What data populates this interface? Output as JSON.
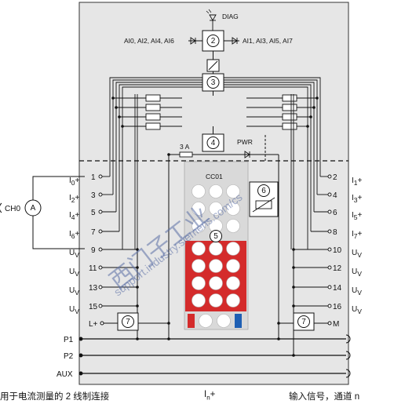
{
  "diag_label": "DIAG",
  "ai_even_label": "AI0, AI2, AI4, AI6",
  "ai_odd_label": "AI1, AI3, AI5, AI7",
  "fuse_label": "3 A",
  "pwr_label": "PWR",
  "cc_label": "CC01",
  "ch_label": "CH0",
  "ammeter_label": "A",
  "callouts": {
    "c2": "2",
    "c3": "3",
    "c4": "4",
    "c5": "5",
    "c6": "6",
    "c7": "7"
  },
  "left_pins": [
    "1",
    "3",
    "5",
    "7",
    "9",
    "11",
    "13",
    "15"
  ],
  "right_pins": [
    "2",
    "4",
    "6",
    "8",
    "10",
    "12",
    "14",
    "16"
  ],
  "left_signals": {
    "i0": {
      "base": "I",
      "sub": "0",
      "suffix": "+"
    },
    "i2": {
      "base": "I",
      "sub": "2",
      "suffix": "+"
    },
    "i4": {
      "base": "I",
      "sub": "4",
      "suffix": "+"
    },
    "i6": {
      "base": "I",
      "sub": "6",
      "suffix": "+"
    },
    "uv": {
      "base": "U",
      "sub": "V",
      "suffix": ""
    }
  },
  "right_signals": {
    "i1": {
      "base": "I",
      "sub": "1",
      "suffix": "+"
    },
    "i3": {
      "base": "I",
      "sub": "3",
      "suffix": "+"
    },
    "i5": {
      "base": "I",
      "sub": "5",
      "suffix": "+"
    },
    "i7": {
      "base": "I",
      "sub": "7",
      "suffix": "+"
    },
    "uv": {
      "base": "U",
      "sub": "V",
      "suffix": ""
    }
  },
  "lplus_label": "L+",
  "m_label": "M",
  "bus_labels": [
    "P1",
    "P2",
    "AUX"
  ],
  "watermark_cn": "西门子工业",
  "watermark_url": "support.industry.siemens.com/cs",
  "footer": {
    "left": "用于电流测量的 2 线制连接",
    "middle_base": "I",
    "middle_sub": "n",
    "middle_suffix": "+",
    "right": "输入信号，通道 n"
  }
}
